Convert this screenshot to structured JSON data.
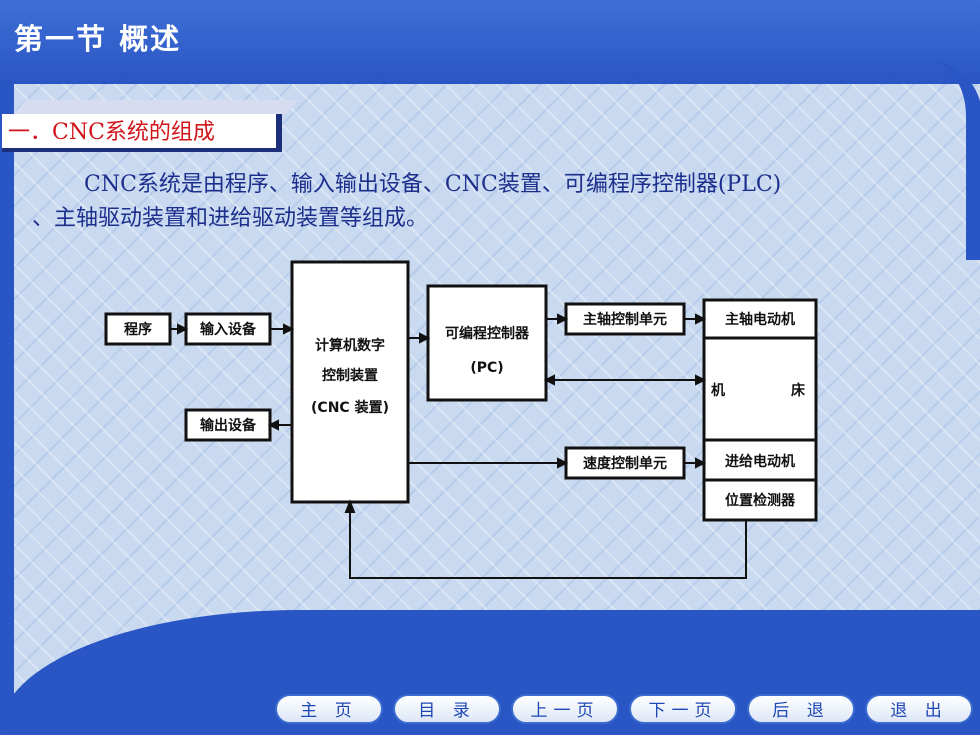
{
  "slide": {
    "title": "第一节 概述",
    "section_heading": "一．CNC系统的组成",
    "paragraph_line1": "CNC系统是由程序、输入输出设备、CNC装置、可编程序控制器(PLC)",
    "paragraph_line2": "、主轴驱动装置和进给驱动装置等组成。"
  },
  "diagram": {
    "program": "程序",
    "input_device": "输入设备",
    "output_device": "输出设备",
    "cnc_line1": "计算机数字",
    "cnc_line2": "控制装置",
    "cnc_line3": "(CNC 装置)",
    "plc_line1": "可编程控制器",
    "plc_line2": "(PC)",
    "spindle_ctrl": "主轴控制单元",
    "speed_ctrl": "速度控制单元",
    "spindle_motor": "主轴电动机",
    "machine_left": "机",
    "machine_right": "床",
    "feed_motor": "进给电动机",
    "position_detector": "位置检测器"
  },
  "nav": {
    "home": "主 页",
    "toc": "目 录",
    "prev": "上一页",
    "next": "下一页",
    "back": "后 退",
    "exit": "退 出"
  },
  "colors": {
    "band": "#2a55c4",
    "section_text": "#d0141a",
    "body_text": "#1c2f8c"
  }
}
